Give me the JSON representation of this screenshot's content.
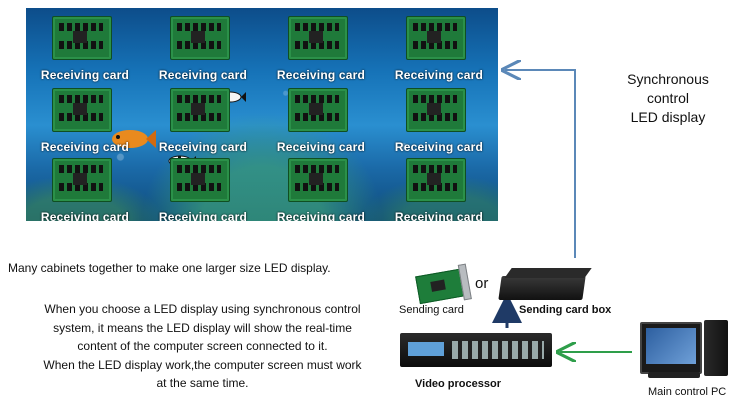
{
  "led_display": {
    "cells": [
      {
        "label": "Receiving card"
      },
      {
        "label": "Receiving card"
      },
      {
        "label": "Receiving card"
      },
      {
        "label": "Receiving card"
      },
      {
        "label": "Receiving card"
      },
      {
        "label": "Receiving card"
      },
      {
        "label": "Receiving card"
      },
      {
        "label": "Receiving card"
      },
      {
        "label": "Receiving card"
      },
      {
        "label": "Receiving card"
      },
      {
        "label": "Receiving card"
      },
      {
        "label": "Receiving card"
      }
    ]
  },
  "sync_label": [
    "Synchronous",
    "control",
    "LED display"
  ],
  "description": {
    "line1": "Many cabinets together to make one larger size LED display.",
    "paragraph": [
      "When you choose a LED display using synchronous control",
      "system, it means the LED display will show the real-time",
      "content of the computer screen connected to it.",
      "When the LED display work,the computer screen must work",
      "at the same time."
    ]
  },
  "devices": {
    "sending_card": "Sending card",
    "or": "or",
    "sending_card_box": "Sending card box",
    "video_processor": "Video processor",
    "main_pc": "Main control PC"
  },
  "colors": {
    "arrow_blue": "#5b88b8",
    "arrow_green": "#2e9e4a"
  }
}
